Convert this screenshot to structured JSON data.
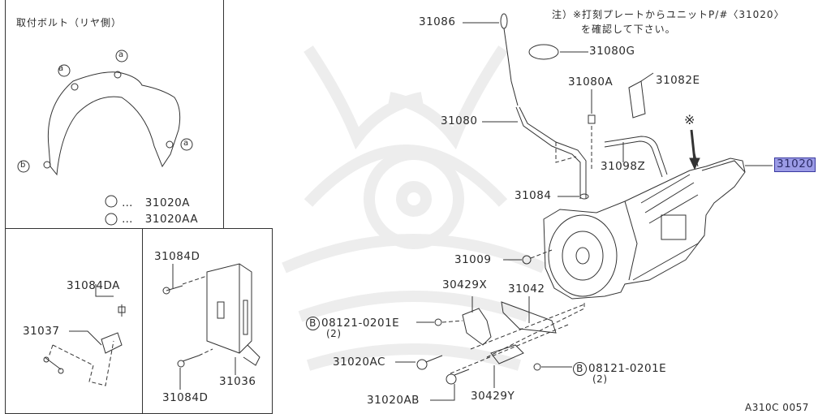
{
  "diagram_id": "A310C 0057",
  "note": {
    "line1": "注）※打刻プレートからユニットP/#〈31020〉",
    "line2": "を確認して下さい。"
  },
  "panel_rear_bolts": {
    "title": "取付ボルト（リヤ側）",
    "legend": [
      {
        "symbol": "a",
        "sep": "…",
        "part": "31020A"
      },
      {
        "symbol": "b",
        "sep": "…",
        "part": "31020AA"
      }
    ],
    "callout_symbols": [
      "a",
      "a",
      "a",
      "b",
      "b"
    ]
  },
  "panel_sensor": {
    "labels": [
      "31084DA",
      "31037"
    ]
  },
  "panel_control_unit": {
    "labels": [
      "31084D",
      "31036",
      "31084D"
    ]
  },
  "main_parts": {
    "p31086": "31086",
    "p31080G": "31080G",
    "p31080A": "31080A",
    "p31082E": "31082E",
    "p31080": "31080",
    "p31098Z": "31098Z",
    "p31084": "31084",
    "p31020": "31020",
    "p31009": "31009",
    "p30429X": "30429X",
    "p31042": "31042",
    "bolt_left": {
      "symbol": "B",
      "part": "08121-0201E",
      "qty": "(2)"
    },
    "p31020AC": "31020AC",
    "bolt_right": {
      "symbol": "B",
      "part": "08121-0201E",
      "qty": "(2)"
    },
    "p31020AB": "31020AB",
    "p30429Y": "30429Y",
    "asterisk": "※"
  },
  "colors": {
    "highlight_bg": "#9b9be6",
    "highlight_border": "#3a3aa0",
    "line": "#333333",
    "watermark": "#ececec"
  }
}
